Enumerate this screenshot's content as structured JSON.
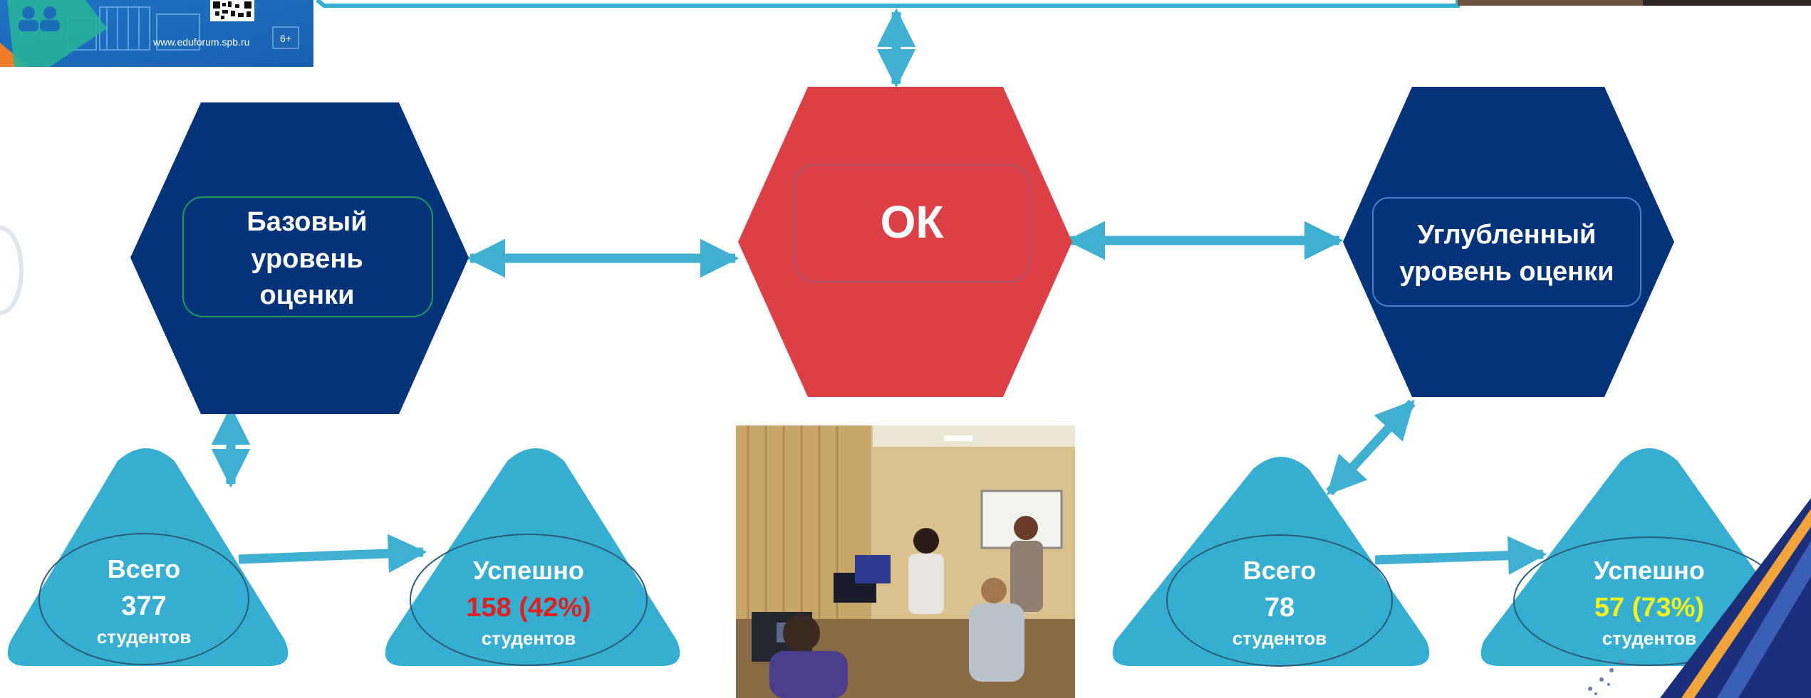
{
  "banner": {
    "url": "www.eduforum.spb.ru",
    "age_rating": "6+"
  },
  "hexagons": {
    "basic": {
      "lines": [
        "Базовый",
        "уровень",
        "оценки"
      ]
    },
    "center": {
      "label": "ОК"
    },
    "advanced": {
      "lines": [
        "Углубленный",
        "уровень оценки"
      ]
    }
  },
  "stats": {
    "basic_total": {
      "title": "Всего",
      "value": "377",
      "unit": "студентов"
    },
    "basic_success": {
      "title": "Успешно",
      "value": "158 (42%)",
      "unit": "студентов"
    },
    "advanced_total": {
      "title": "Всего",
      "value": "78",
      "unit": "студентов"
    },
    "advanced_success": {
      "title": "Успешно",
      "value": "57 (73%)",
      "unit": "студентов"
    }
  },
  "colors": {
    "navy": "#04337a",
    "red": "#dc4046",
    "teal": "#35aed1",
    "arrow": "#3fb0d1",
    "highlight_red": "#e0201e",
    "highlight_yellow": "#f3f31c"
  }
}
